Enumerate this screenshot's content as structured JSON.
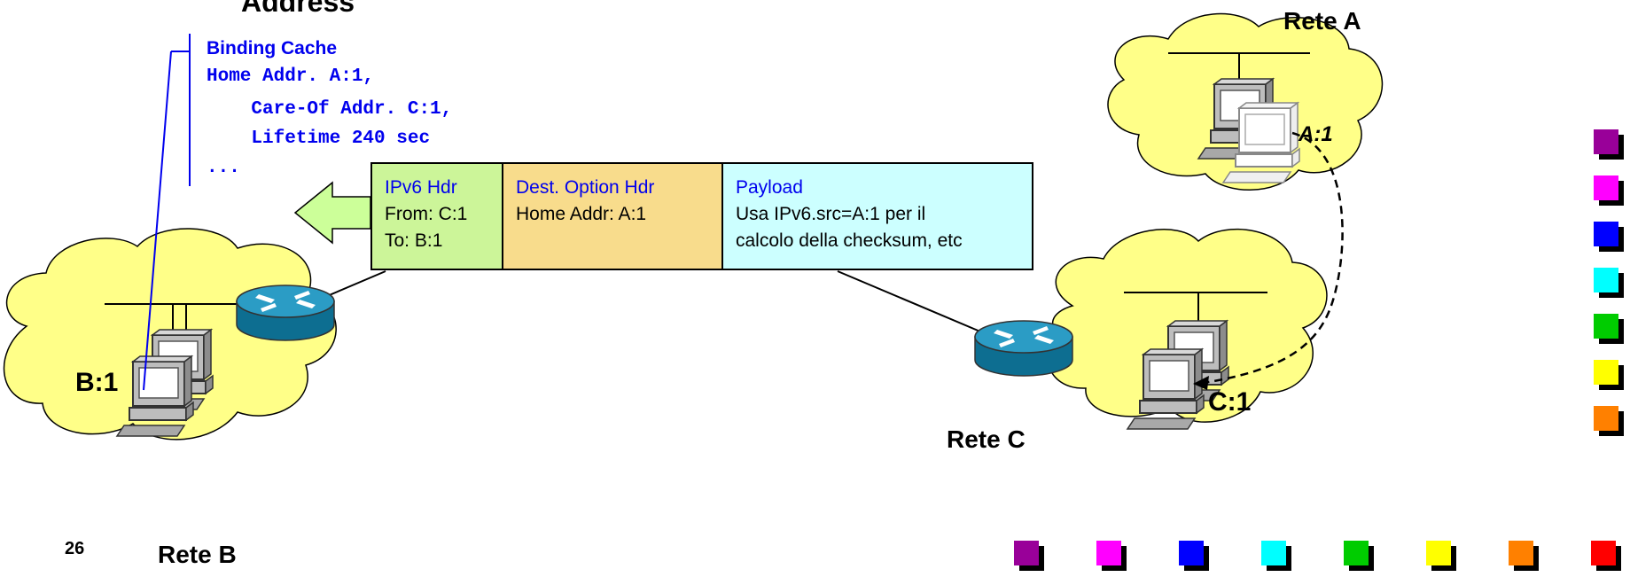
{
  "title_fragment": "Address",
  "binding_cache": {
    "title": "Binding Cache",
    "lines": [
      "Home Addr. A:1,",
      "    Care-Of Addr. C:1,",
      "    Lifetime 240 sec",
      "..."
    ]
  },
  "packet": {
    "ipv6": {
      "header": "IPv6 Hdr",
      "lines": [
        "From: C:1",
        "To: B:1"
      ],
      "color": "#ccf599"
    },
    "dest_option": {
      "header": "Dest. Option Hdr",
      "lines": [
        "Home Addr: A:1"
      ],
      "color": "#f8dc8c"
    },
    "payload": {
      "header": "Payload",
      "lines": [
        "Usa IPv6.src=A:1 per il",
        "calcolo della checksum, etc"
      ],
      "color": "#ccffff"
    }
  },
  "networks": {
    "a": {
      "label": "Rete A",
      "host": "A:1"
    },
    "b": {
      "label": "Rete B",
      "host": "B:1"
    },
    "c": {
      "label": "Rete C",
      "host": "C:1"
    }
  },
  "slide_number": "26",
  "colors": {
    "cloud": "#ffff88",
    "arrow": "#ccff99",
    "router": "#1b8ab0",
    "legend": [
      "#990099",
      "#ff00ff",
      "#0000ff",
      "#00ffff",
      "#00cc00",
      "#ffff00",
      "#ff8000",
      "#ff0000"
    ]
  }
}
